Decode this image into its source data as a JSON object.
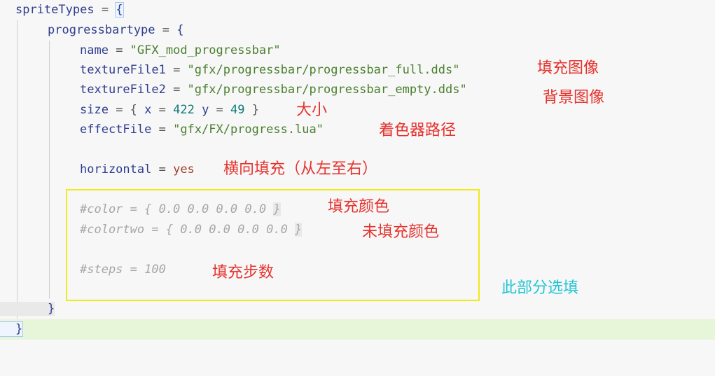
{
  "code": {
    "l1": {
      "ident": "spriteTypes",
      "op": " = ",
      "brace": "{"
    },
    "l2": {
      "ident": "progressbartype",
      "op": " = ",
      "brace": "{"
    },
    "l3": {
      "key": "name",
      "op": " = ",
      "val": "\"GFX_mod_progressbar\""
    },
    "l4": {
      "key": "textureFile1",
      "op": " = ",
      "val": "\"gfx/progressbar/progressbar_full.dds\""
    },
    "l5": {
      "key": "textureFile2",
      "op": " = ",
      "val": "\"gfx/progressbar/progressbar_empty.dds\""
    },
    "l6": {
      "key": "size",
      "op1": " = { ",
      "xk": "x",
      "op2": " = ",
      "xv": "422",
      "yk": " y",
      "op3": " = ",
      "yv": "49",
      "close": " }"
    },
    "l7": {
      "key": "effectFile",
      "op": " = ",
      "val": "\"gfx/FX/progress.lua\""
    },
    "l9": {
      "key": "horizontal",
      "op": " = ",
      "val": "yes"
    },
    "l11": {
      "comment": "#color = { 0.0 0.0 0.0 0.0 ",
      "close": "}"
    },
    "l12": {
      "comment": "#colortwo = { 0.0 0.0 0.0 0.0 ",
      "close": "}"
    },
    "l14": {
      "comment": "#steps = 100"
    },
    "l16": {
      "brace": "}"
    },
    "l17": {
      "brace": "}"
    }
  },
  "annotations": {
    "fill_image": "填充图像",
    "bg_image": "背景图像",
    "size": "大小",
    "shader_path": "着色器路径",
    "horizontal_fill": "横向填充（从左至右）",
    "fill_color": "填充颜色",
    "unfilled_color": "未填充颜色",
    "fill_steps": "填充步数",
    "optional": "此部分选填"
  },
  "colors": {
    "annotation_red": "#e5322d",
    "annotation_cyan": "#20c5d4",
    "highlight_box": "#f0ea18",
    "current_line": "#e7f5d8"
  }
}
